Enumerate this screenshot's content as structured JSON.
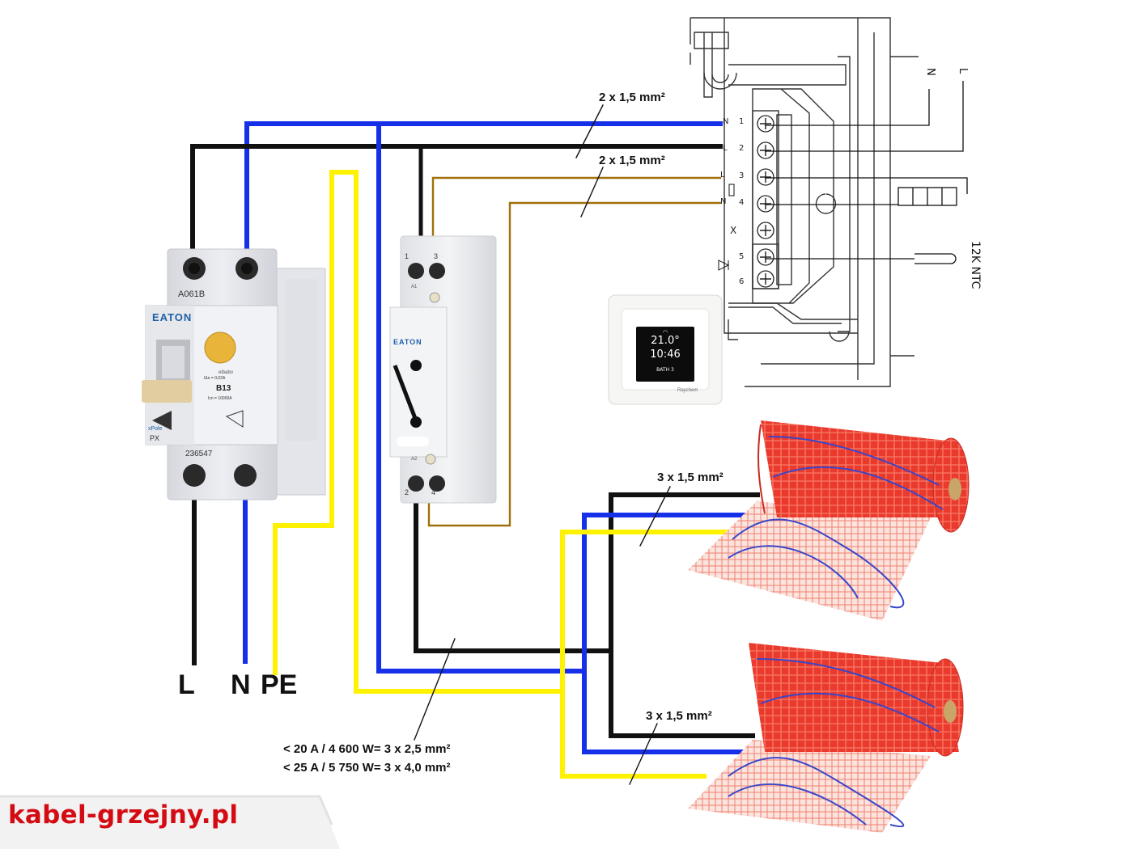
{
  "mains_labels": {
    "l": "L",
    "n": "N",
    "pe": "PE"
  },
  "cable_labels": {
    "thermostat_supply": "2 x 1,5 mm²",
    "thermostat_load": "2 x 1,5 mm²",
    "mat_upper": "3 x 1,5 mm²",
    "mat_lower": "3 x 1,5 mm²",
    "feed_line_1": "< 20 A / 4 600 W= 3 x 2,5 mm²",
    "feed_line_2": "< 25 A / 5 750 W= 3 x 4,0 mm²"
  },
  "thermostat": {
    "terminal_numbers": [
      "1",
      "2",
      "3",
      "4",
      "5",
      "6"
    ],
    "terminal_marks": [
      "N",
      "L",
      "L",
      "N"
    ],
    "x_mark": "X",
    "supply_n": "N",
    "supply_l": "L",
    "sensor": "12K NTC",
    "display_temp": "21.0°",
    "display_time": "10:46",
    "display_mode": "BATH 3",
    "brand_text": "Raychem"
  },
  "rcbo": {
    "brand": "EATON",
    "model": "A061B",
    "rating": "B13",
    "series": "xPole",
    "type": "PX",
    "serial": "236547",
    "sensitivity": "IΔn = 0,03A",
    "breaking": "Icn = 10000A",
    "maker": "eibabo"
  },
  "contactor": {
    "brand": "EATON",
    "terminals": [
      "1",
      "3",
      "2",
      "4"
    ],
    "coil": [
      "A1",
      "A2"
    ]
  },
  "brand": {
    "name": "kabel-grzejny.pl",
    "color": "#d40b12"
  },
  "colors": {
    "phase": "#111111",
    "neutral": "#1530e8",
    "earth": "#fff200",
    "load": "#a0700a",
    "mat_red": "#e8312a",
    "mat_blue": "#3a46c8"
  }
}
